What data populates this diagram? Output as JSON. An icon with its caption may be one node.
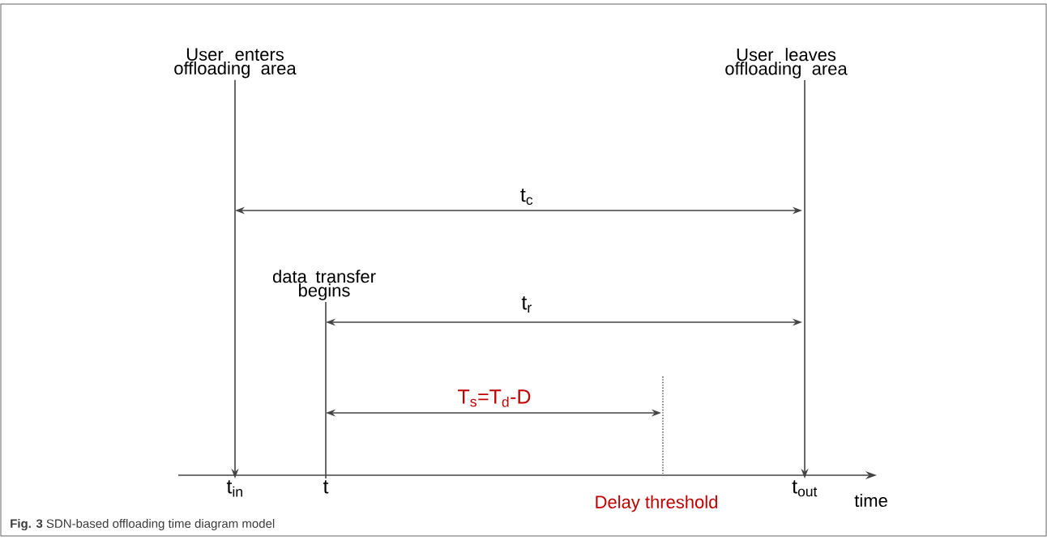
{
  "diagram": {
    "caption": "**Fig. 3** SDN-based offloading time diagram model",
    "nodes": [
      {
        "text": [
          "User enters offloading area"
        ]
      },
      {
        "text": [
          "User leaves offloading area"
        ]
      },
      {
        "text": [
          "data transfer begins"
        ]
      },
      {
        "text": [
          "t$_{in}$"
        ]
      },
      {
        "text": [
          "t"
        ]
      },
      {
        "text": [
          "t$_{out}$"
        ]
      }
    ],
    "edges": [
      {
        "from": 0,
        "to": 3,
        "arrow": "to"
      },
      {
        "from": 1,
        "to": 5,
        "arrow": "to"
      },
      {
        "from": 2,
        "to": 4,
        "arrow": "none"
      }
    ],
    "labels": [
      "t$_{c}$",
      "t$_{r}$",
      "T$_{s}$=T$_{d}$-D",
      "Delay threshold",
      "time"
    ]
  }
}
